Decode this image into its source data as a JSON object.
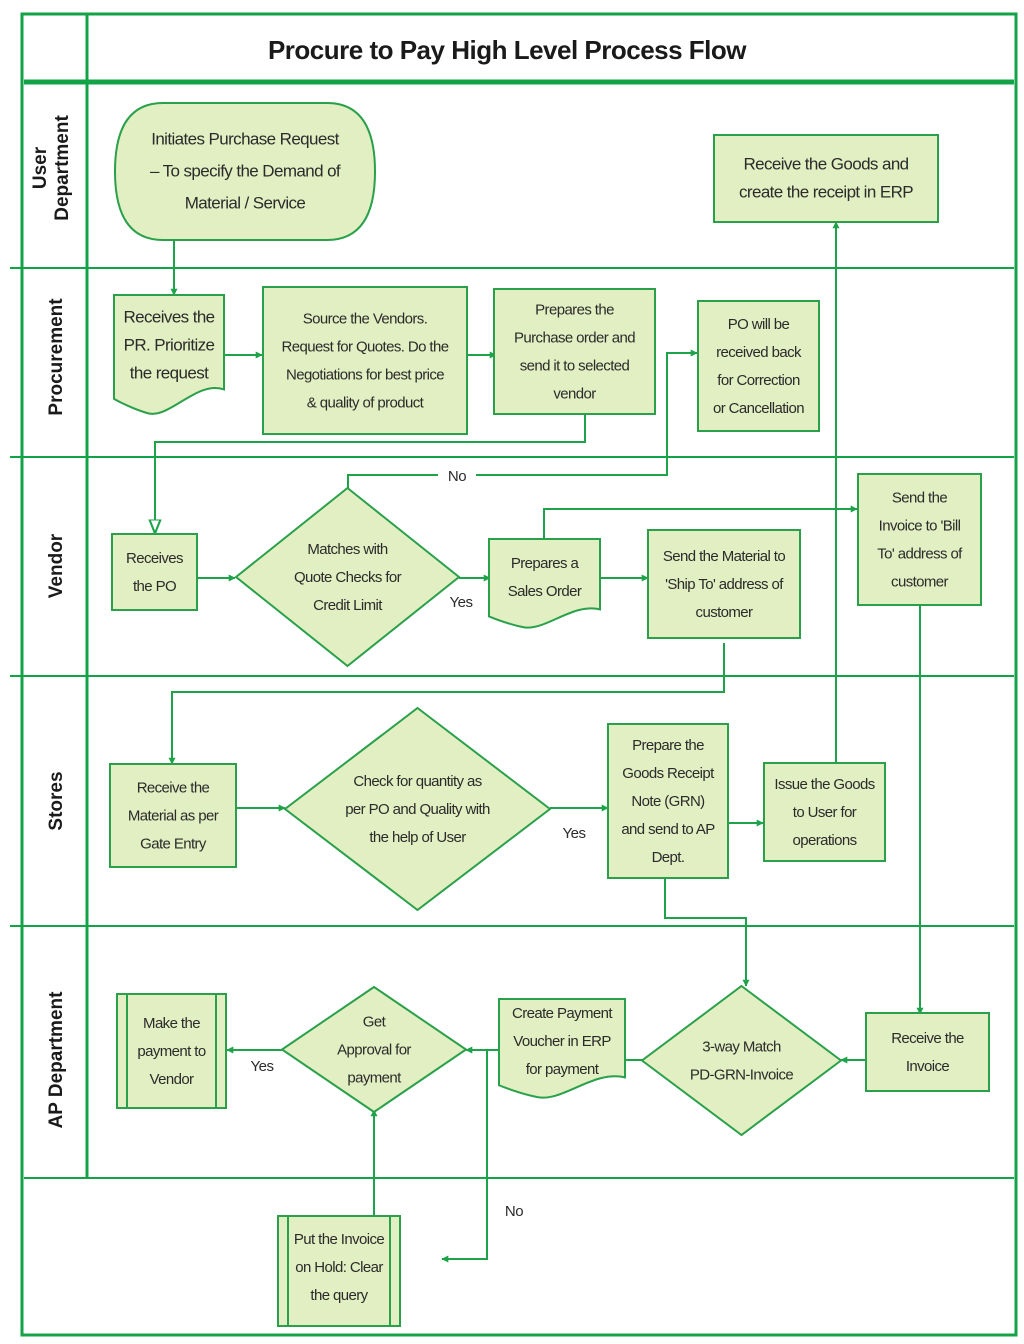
{
  "title": "Procure to Pay High Level Process Flow",
  "colors": {
    "line": "#1ea34a",
    "frame": "#13a347",
    "node_fill": "#e2efc2",
    "node_stroke": "#2aa04a",
    "text": "#2b2b2b"
  },
  "lanes": [
    {
      "id": "user",
      "label_lines": [
        "User",
        "Department"
      ]
    },
    {
      "id": "procurement",
      "label_lines": [
        "Procurement"
      ]
    },
    {
      "id": "vendor",
      "label_lines": [
        "Vendor"
      ]
    },
    {
      "id": "stores",
      "label_lines": [
        "Stores"
      ]
    },
    {
      "id": "ap",
      "label_lines": [
        "AP Department"
      ]
    }
  ],
  "nodes": [
    {
      "id": "initiate_pr",
      "lane": "user",
      "shape": "terminator",
      "lines": [
        "Initiates Purchase Request",
        "– To specify the Demand of",
        "Material / Service"
      ]
    },
    {
      "id": "receive_goods_erp",
      "lane": "user",
      "shape": "process",
      "lines": [
        "Receive the Goods and",
        "create the receipt in ERP"
      ]
    },
    {
      "id": "receive_pr",
      "lane": "procurement",
      "shape": "document",
      "lines": [
        "Receives the",
        "PR. Prioritize",
        "the request"
      ]
    },
    {
      "id": "source_vendors",
      "lane": "procurement",
      "shape": "process",
      "lines": [
        "Source the Vendors.",
        "Request for Quotes. Do the",
        "Negotiations for best price",
        "& quality of product"
      ]
    },
    {
      "id": "prepare_po",
      "lane": "procurement",
      "shape": "process",
      "lines": [
        "Prepares the",
        "Purchase order and",
        "send it to selected",
        "vendor"
      ]
    },
    {
      "id": "po_correction",
      "lane": "procurement",
      "shape": "process",
      "lines": [
        "PO will be",
        "received back",
        "for Correction",
        "or Cancellation"
      ]
    },
    {
      "id": "receive_po",
      "lane": "vendor",
      "shape": "process",
      "lines": [
        "Receives",
        "the PO"
      ]
    },
    {
      "id": "match_quote",
      "lane": "vendor",
      "shape": "decision",
      "lines": [
        "Matches with",
        "Quote Checks for",
        "Credit Limit"
      ]
    },
    {
      "id": "sales_order",
      "lane": "vendor",
      "shape": "document",
      "lines": [
        "Prepares a",
        "Sales Order"
      ]
    },
    {
      "id": "send_material",
      "lane": "vendor",
      "shape": "process",
      "lines": [
        "Send the Material to",
        "'Ship To' address of",
        "customer"
      ]
    },
    {
      "id": "send_invoice",
      "lane": "vendor",
      "shape": "process",
      "lines": [
        "Send the",
        "Invoice to 'Bill",
        "To' address of",
        "customer"
      ]
    },
    {
      "id": "receive_material",
      "lane": "stores",
      "shape": "process",
      "lines": [
        "Receive the",
        "Material as per",
        "Gate Entry"
      ]
    },
    {
      "id": "check_quantity",
      "lane": "stores",
      "shape": "decision",
      "lines": [
        "Check for quantity as",
        "per PO and Quality with",
        "the help of User"
      ]
    },
    {
      "id": "prepare_grn",
      "lane": "stores",
      "shape": "process",
      "lines": [
        "Prepare the",
        "Goods Receipt",
        "Note (GRN)",
        "and send to AP",
        "Dept."
      ]
    },
    {
      "id": "issue_goods",
      "lane": "stores",
      "shape": "process",
      "lines": [
        "Issue the Goods",
        "to User for",
        "operations"
      ]
    },
    {
      "id": "make_payment",
      "lane": "ap",
      "shape": "predefined",
      "lines": [
        "Make the",
        "payment to",
        "Vendor"
      ]
    },
    {
      "id": "get_approval",
      "lane": "ap",
      "shape": "decision",
      "lines": [
        "Get",
        "Approval for",
        "payment"
      ]
    },
    {
      "id": "payment_voucher",
      "lane": "ap",
      "shape": "document",
      "lines": [
        "Create Payment",
        "Voucher in ERP",
        "for payment"
      ]
    },
    {
      "id": "three_way_match",
      "lane": "ap",
      "shape": "decision",
      "lines": [
        "3-way Match",
        "PD-GRN-Invoice"
      ]
    },
    {
      "id": "receive_invoice",
      "lane": "ap",
      "shape": "process",
      "lines": [
        "Receive the",
        "Invoice"
      ]
    },
    {
      "id": "invoice_hold",
      "lane": "",
      "shape": "predefined",
      "lines": [
        "Put the Invoice",
        "on Hold: Clear",
        "the query"
      ]
    }
  ],
  "edges": [
    {
      "from": "initiate_pr",
      "to": "receive_pr",
      "label": ""
    },
    {
      "from": "receive_pr",
      "to": "source_vendors",
      "label": ""
    },
    {
      "from": "source_vendors",
      "to": "prepare_po",
      "label": ""
    },
    {
      "from": "prepare_po",
      "to": "receive_po",
      "label": ""
    },
    {
      "from": "receive_po",
      "to": "match_quote",
      "label": ""
    },
    {
      "from": "match_quote",
      "to": "po_correction",
      "label": "No"
    },
    {
      "from": "match_quote",
      "to": "sales_order",
      "label": "Yes"
    },
    {
      "from": "sales_order",
      "to": "send_material",
      "label": ""
    },
    {
      "from": "sales_order",
      "to": "send_invoice",
      "label": ""
    },
    {
      "from": "send_material",
      "to": "receive_material",
      "label": ""
    },
    {
      "from": "receive_material",
      "to": "check_quantity",
      "label": ""
    },
    {
      "from": "check_quantity",
      "to": "prepare_grn",
      "label": "Yes"
    },
    {
      "from": "prepare_grn",
      "to": "issue_goods",
      "label": ""
    },
    {
      "from": "issue_goods",
      "to": "receive_goods_erp",
      "label": ""
    },
    {
      "from": "prepare_grn",
      "to": "three_way_match",
      "label": ""
    },
    {
      "from": "send_invoice",
      "to": "receive_invoice",
      "label": ""
    },
    {
      "from": "receive_invoice",
      "to": "three_way_match",
      "label": ""
    },
    {
      "from": "three_way_match",
      "to": "payment_voucher",
      "label": ""
    },
    {
      "from": "payment_voucher",
      "to": "get_approval",
      "label": ""
    },
    {
      "from": "get_approval",
      "to": "make_payment",
      "label": "Yes"
    },
    {
      "from": "get_approval",
      "to": "invoice_hold",
      "label": "No"
    },
    {
      "from": "invoice_hold",
      "to": "get_approval",
      "label": ""
    }
  ]
}
